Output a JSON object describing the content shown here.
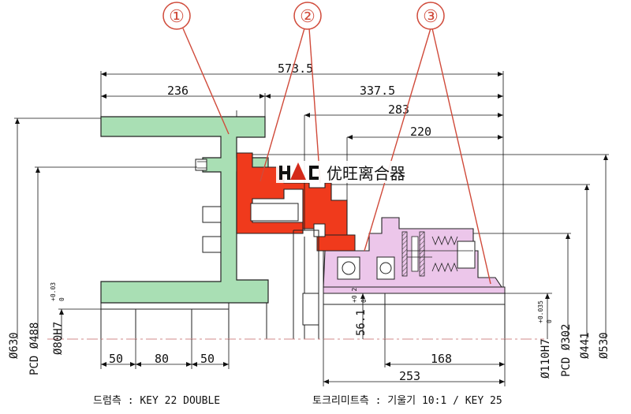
{
  "callouts": [
    "①",
    "②",
    "③"
  ],
  "logo": {
    "mark": "HAC",
    "text": "优旺离合器"
  },
  "top_dims": {
    "overall": "573.5",
    "left": "236",
    "right": "337.5",
    "mid": "283",
    "inner": "220"
  },
  "bottom_dims": {
    "d50a": "50",
    "d80": "80",
    "d50b": "50",
    "d168": "168",
    "d253": "253"
  },
  "left_vertical": {
    "d630": "Ø630",
    "pcd488": "PCD Ø488",
    "d80h7": "Ø80H7",
    "tol_up": "+0.03",
    "tol_low": "0"
  },
  "inner_vertical": {
    "d56": "56.1",
    "tol_up": "+0.2",
    "tol_low": "0"
  },
  "right_vertical": {
    "d110h7": "Ø110H7",
    "tol_up": "+0.035",
    "tol_low": "0",
    "pcd302": "PCD Ø302",
    "d441": "Ø441",
    "d530": "Ø530"
  },
  "footer": {
    "left": "드럼측 : KEY 22 DOUBLE",
    "right": "토크리미트측 : 기울기 10:1 / KEY 25"
  },
  "colors": {
    "green": "#a9dfb4",
    "red": "#f03a1c",
    "pink": "#ecc6ea",
    "callout": "#d04a3a"
  }
}
